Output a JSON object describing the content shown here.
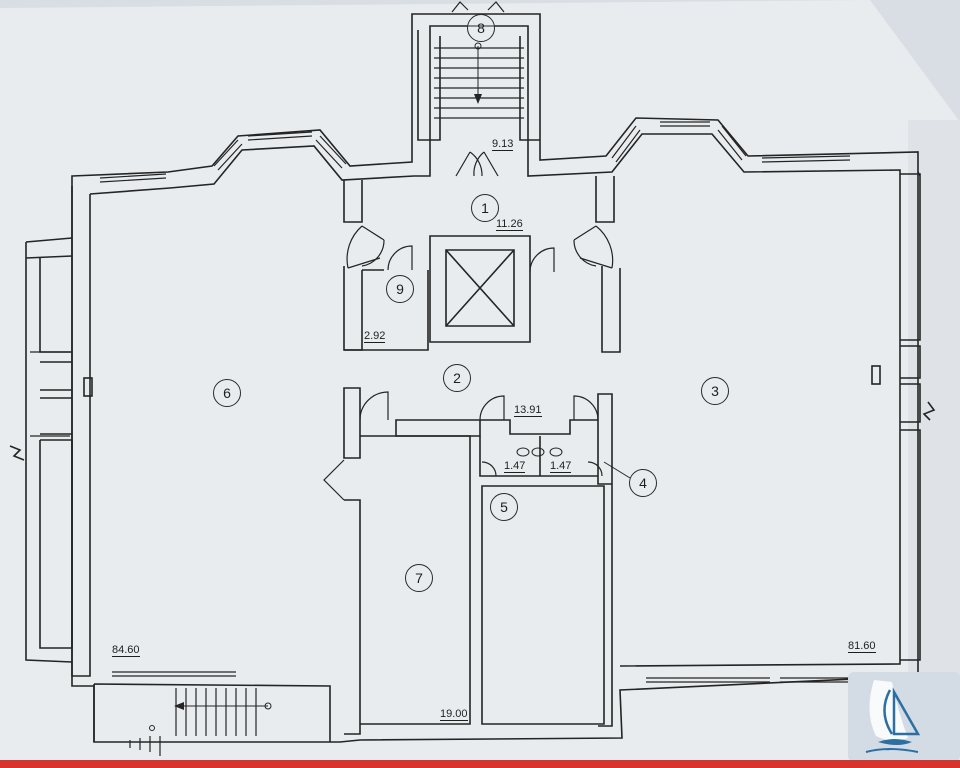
{
  "plan": {
    "rooms": [
      {
        "id": "1",
        "number": "1",
        "area": "11.26"
      },
      {
        "id": "2",
        "number": "2",
        "area": "13.91"
      },
      {
        "id": "3",
        "number": "3",
        "area": "81.60"
      },
      {
        "id": "4",
        "number": "4",
        "area": "1.47"
      },
      {
        "id": "5",
        "number": "5",
        "area": "1.47"
      },
      {
        "id": "6",
        "number": "6",
        "area": "84.60"
      },
      {
        "id": "7",
        "number": "7",
        "area": "19.00"
      },
      {
        "id": "8",
        "number": "8",
        "area": "9.13"
      },
      {
        "id": "9",
        "number": "9",
        "area": "2.92"
      }
    ]
  },
  "colors": {
    "paper": "#e9ecef",
    "wall": "#242424",
    "background": "#d9dee4",
    "accent_strip": "#d8332c",
    "logo": "#2c6fa3"
  }
}
